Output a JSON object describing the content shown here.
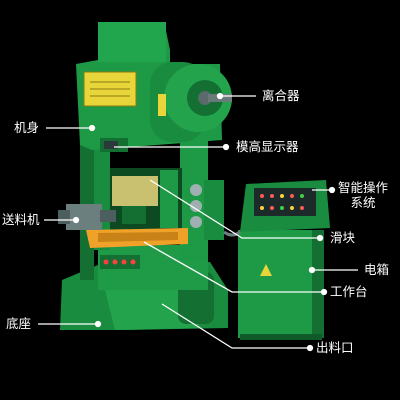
{
  "colors": {
    "background": "#000000",
    "machine_green": "#1e9a46",
    "dark_green": "#137032",
    "panel_yellow": "#e7d53a",
    "table_orange": "#f0a128",
    "leader_line": "#ffffff"
  },
  "labels": {
    "clutch": "离合器",
    "frame": "机身",
    "die_height_display": "模高显示器",
    "smart_control": "智能操作\n系统",
    "feeder": "送料机",
    "slider": "滑块",
    "electric_box": "电箱",
    "worktable": "工作台",
    "base": "底座",
    "discharge_port": "出料口"
  }
}
